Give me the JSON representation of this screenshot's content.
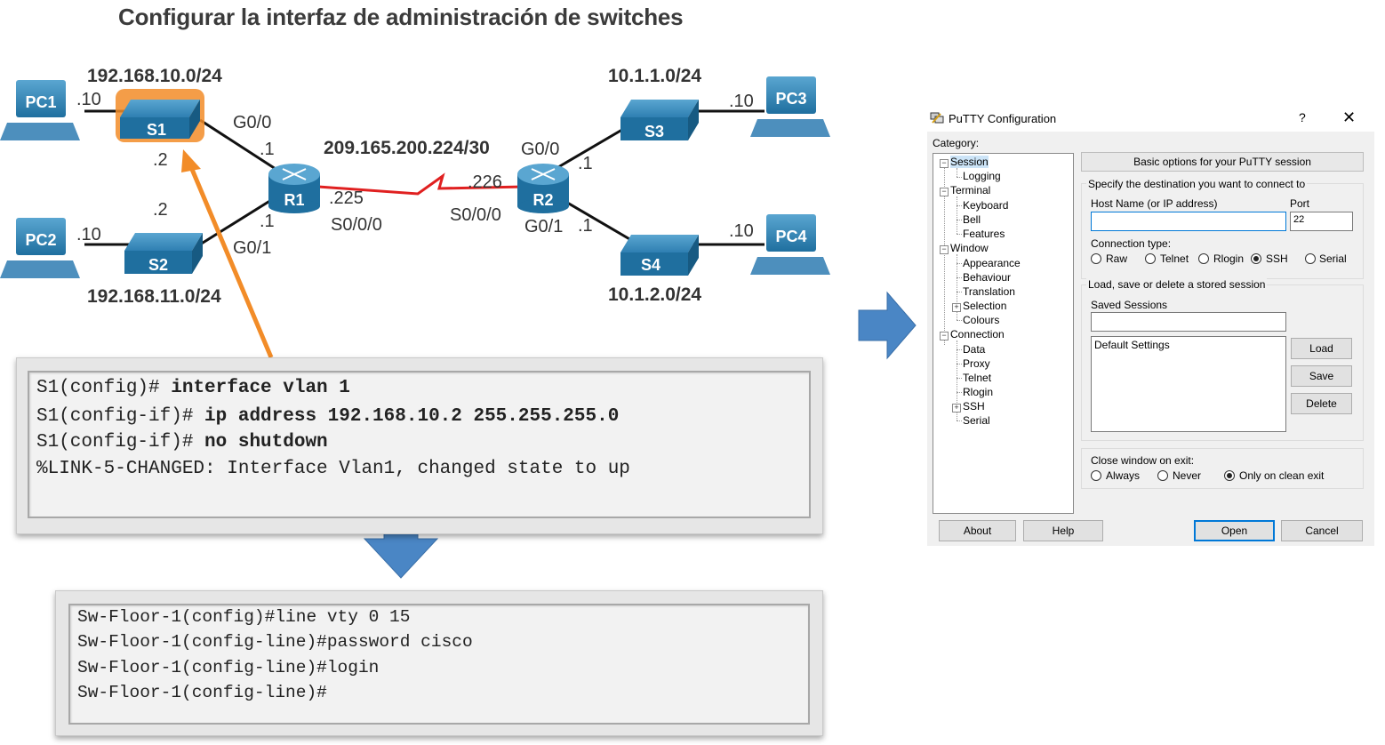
{
  "title": "Configurar la interfaz de administración de switches",
  "topology": {
    "networks": {
      "lan1": "192.168.10.0/24",
      "lan2": "192.168.11.0/24",
      "wan": "209.165.200.224/30",
      "lan3": "10.1.1.0/24",
      "lan4": "10.1.2.0/24"
    },
    "devices": {
      "pc1": "PC1",
      "pc2": "PC2",
      "pc3": "PC3",
      "pc4": "PC4",
      "s1": "S1",
      "s2": "S2",
      "s3": "S3",
      "s4": "S4",
      "r1": "R1",
      "r2": "R2"
    },
    "labels": {
      "pc1_host": ".10",
      "pc2_host": ".10",
      "pc3_host": ".10",
      "pc4_host": ".10",
      "s1_host": ".2",
      "s2_host": ".2",
      "r1_g00": "G0/0",
      "r1_g00_ip": ".1",
      "r1_g01": "G0/1",
      "r1_g01_ip": ".1",
      "r1_s000_ip": ".225",
      "r1_s000": "S0/0/0",
      "r2_s000_ip": ".226",
      "r2_s000": "S0/0/0",
      "r2_g00": "G0/0",
      "r2_g00_ip": ".1",
      "r2_g01": "G0/1",
      "r2_g01_ip": ".1"
    },
    "colors": {
      "device": "#1f6f9f",
      "highlight": "#f28c28",
      "wan_link": "#e02020",
      "arrow": "#4a86c5"
    }
  },
  "cli1": {
    "lines": [
      {
        "prompt": "S1(config)# ",
        "cmd": "interface vlan 1"
      },
      {
        "prompt": "S1(config-if)# ",
        "cmd": "ip address 192.168.10.2 255.255.255.0"
      },
      {
        "prompt": "S1(config-if)# ",
        "cmd": "no shutdown"
      },
      {
        "prompt": "%LINK-5-CHANGED: Interface Vlan1, changed state to up",
        "cmd": ""
      }
    ]
  },
  "cli2": {
    "lines": [
      "Sw-Floor-1(config)#line vty 0 15",
      "Sw-Floor-1(config-line)#password cisco",
      "Sw-Floor-1(config-line)#login",
      "Sw-Floor-1(config-line)#"
    ]
  },
  "putty": {
    "window_title": "PuTTY Configuration",
    "help_glyph": "?",
    "close_glyph": "✕",
    "category_label": "Category:",
    "tree": {
      "session": "Session",
      "logging": "Logging",
      "terminal": "Terminal",
      "keyboard": "Keyboard",
      "bell": "Bell",
      "features": "Features",
      "window": "Window",
      "appearance": "Appearance",
      "behaviour": "Behaviour",
      "translation": "Translation",
      "selection": "Selection",
      "colours": "Colours",
      "connection": "Connection",
      "data": "Data",
      "proxy": "Proxy",
      "telnet": "Telnet",
      "rlogin": "Rlogin",
      "ssh": "SSH",
      "serial": "Serial"
    },
    "header": "Basic options for your PuTTY session",
    "dest_label": "Specify the destination you want to connect to",
    "host_label": "Host Name (or IP address)",
    "host_value": "",
    "port_label": "Port",
    "port_value": "22",
    "conn_type_label": "Connection type:",
    "conn_types": {
      "raw": "Raw",
      "telnet": "Telnet",
      "rlogin": "Rlogin",
      "ssh": "SSH",
      "serial": "Serial"
    },
    "selected_conn_type": "SSH",
    "sessions_group": "Load, save or delete a stored session",
    "saved_sessions_label": "Saved Sessions",
    "saved_sessions_value": "",
    "sessions_list": [
      "Default Settings"
    ],
    "load": "Load",
    "save": "Save",
    "delete": "Delete",
    "close_label": "Close window on exit:",
    "close_opts": {
      "always": "Always",
      "never": "Never",
      "clean": "Only on clean exit"
    },
    "selected_close": "Only on clean exit",
    "about": "About",
    "help": "Help",
    "open": "Open",
    "cancel": "Cancel"
  }
}
